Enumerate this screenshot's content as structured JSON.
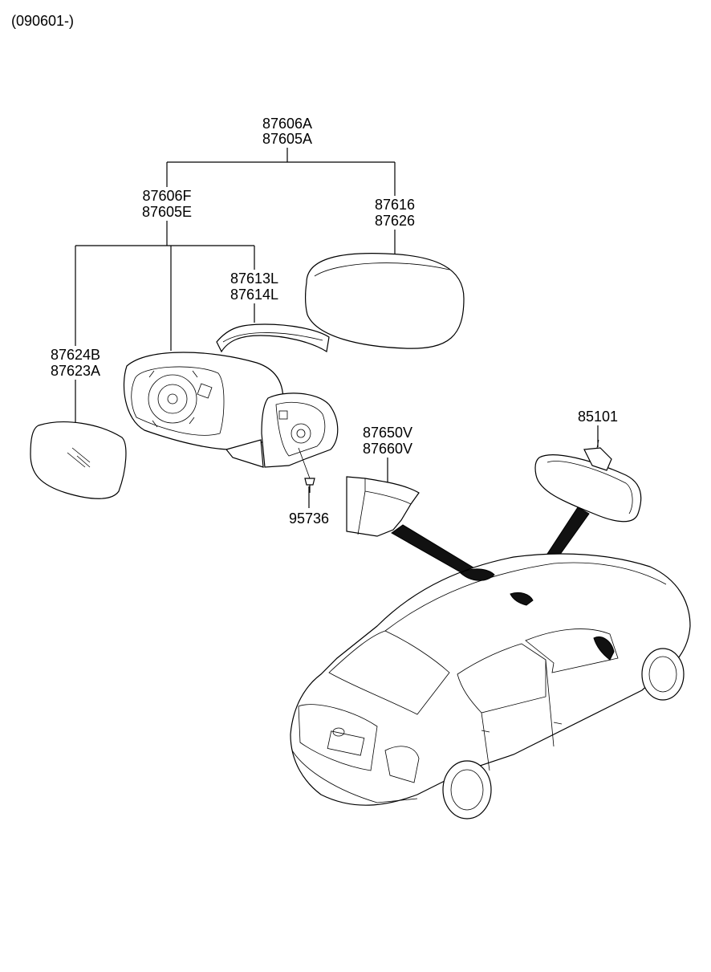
{
  "header": {
    "date_code": "(090601-)"
  },
  "callouts": {
    "assy_top_a": "87606A",
    "assy_top_b": "87605A",
    "mirror_assy_a": "87606F",
    "mirror_assy_b": "87605E",
    "cover_a": "87616",
    "cover_b": "87626",
    "lamp_a": "87613L",
    "lamp_b": "87614L",
    "glass_a": "87624B",
    "glass_b": "87623A",
    "garnish_a": "87650V",
    "garnish_b": "87660V",
    "screw": "95736",
    "inside_mirror": "85101"
  }
}
